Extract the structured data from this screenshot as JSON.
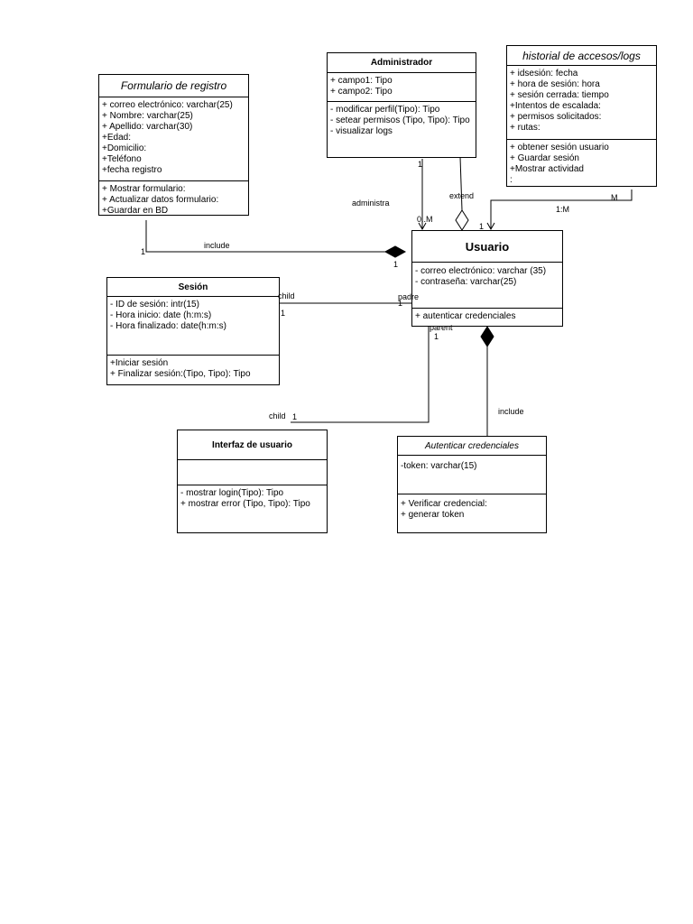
{
  "classes": {
    "formulario": {
      "title": "Formulario de registro",
      "attributes": [
        "+ correo electrónico: varchar(25)",
        "+ Nombre: varchar(25)",
        "+ Apellido: varchar(30)",
        "+Edad:",
        "+Domicilio:",
        "+Teléfono",
        "+fecha registro"
      ],
      "methods": [
        "+ Mostrar formulario:",
        "+ Actualizar datos formulario:",
        "+Guardar en BD"
      ]
    },
    "administrador": {
      "title": "Administrador",
      "attributes": [
        "+ campo1: Tipo",
        "+ campo2: Tipo"
      ],
      "methods": [
        "- modificar perfil(Tipo): Tipo",
        "- setear permisos (Tipo, Tipo): Tipo",
        "- visualizar logs"
      ]
    },
    "historial": {
      "title": "historial de accesos/logs",
      "attributes": [
        "+ idsesión: fecha",
        "+ hora de sesión: hora",
        "+ sesión cerrada: tiempo",
        "+Intentos de escalada:",
        "+ permisos solicitados:",
        "+ rutas:"
      ],
      "methods": [
        "+ obtener sesión usuario",
        "+ Guardar sesión",
        "+Mostrar actividad",
        ":"
      ]
    },
    "usuario": {
      "title": "Usuario",
      "attributes": [
        "- correo electrónico: varchar (35)",
        "- contraseña: varchar(25)"
      ],
      "methods": [
        "+ autenticar credenciales"
      ]
    },
    "sesion": {
      "title": "Sesión",
      "attributes": [
        "- ID de sesión: intr(15)",
        "- Hora inicio:  date (h:m:s)",
        "- Hora finalizado: date(h:m:s)"
      ],
      "methods": [
        "+Iniciar sesión",
        "+ Finalizar sesión:(Tipo, Tipo): Tipo"
      ]
    },
    "interfaz": {
      "title": "Interfaz de usuario",
      "attributes": [],
      "methods": [
        "- mostrar login(Tipo): Tipo",
        "+ mostrar error (Tipo, Tipo): Tipo"
      ]
    },
    "autenticar": {
      "title": "Autenticar credenciales",
      "attributes": [
        "-token: varchar(15)"
      ],
      "methods": [
        "+ Verificar  credencial:",
        "+ generar token"
      ]
    }
  },
  "labels": {
    "include_1": "include",
    "mult_form_1": "1",
    "mult_usuario_include_1": "1",
    "administra": "administra",
    "mult_admin_1": "1",
    "mult_admin_0m": "0..M",
    "extend": "extend",
    "mult_extend_1": "1",
    "mult_hist_m": "M",
    "mult_hist_1m": "1:M",
    "child_sesion": "child",
    "mult_sesion_1": "1",
    "padre": "padre",
    "mult_padre_1": "1",
    "parent": "parent",
    "mult_parent_1": "1",
    "child_interfaz": "child",
    "mult_interfaz_1": "1",
    "include_2": "include"
  }
}
